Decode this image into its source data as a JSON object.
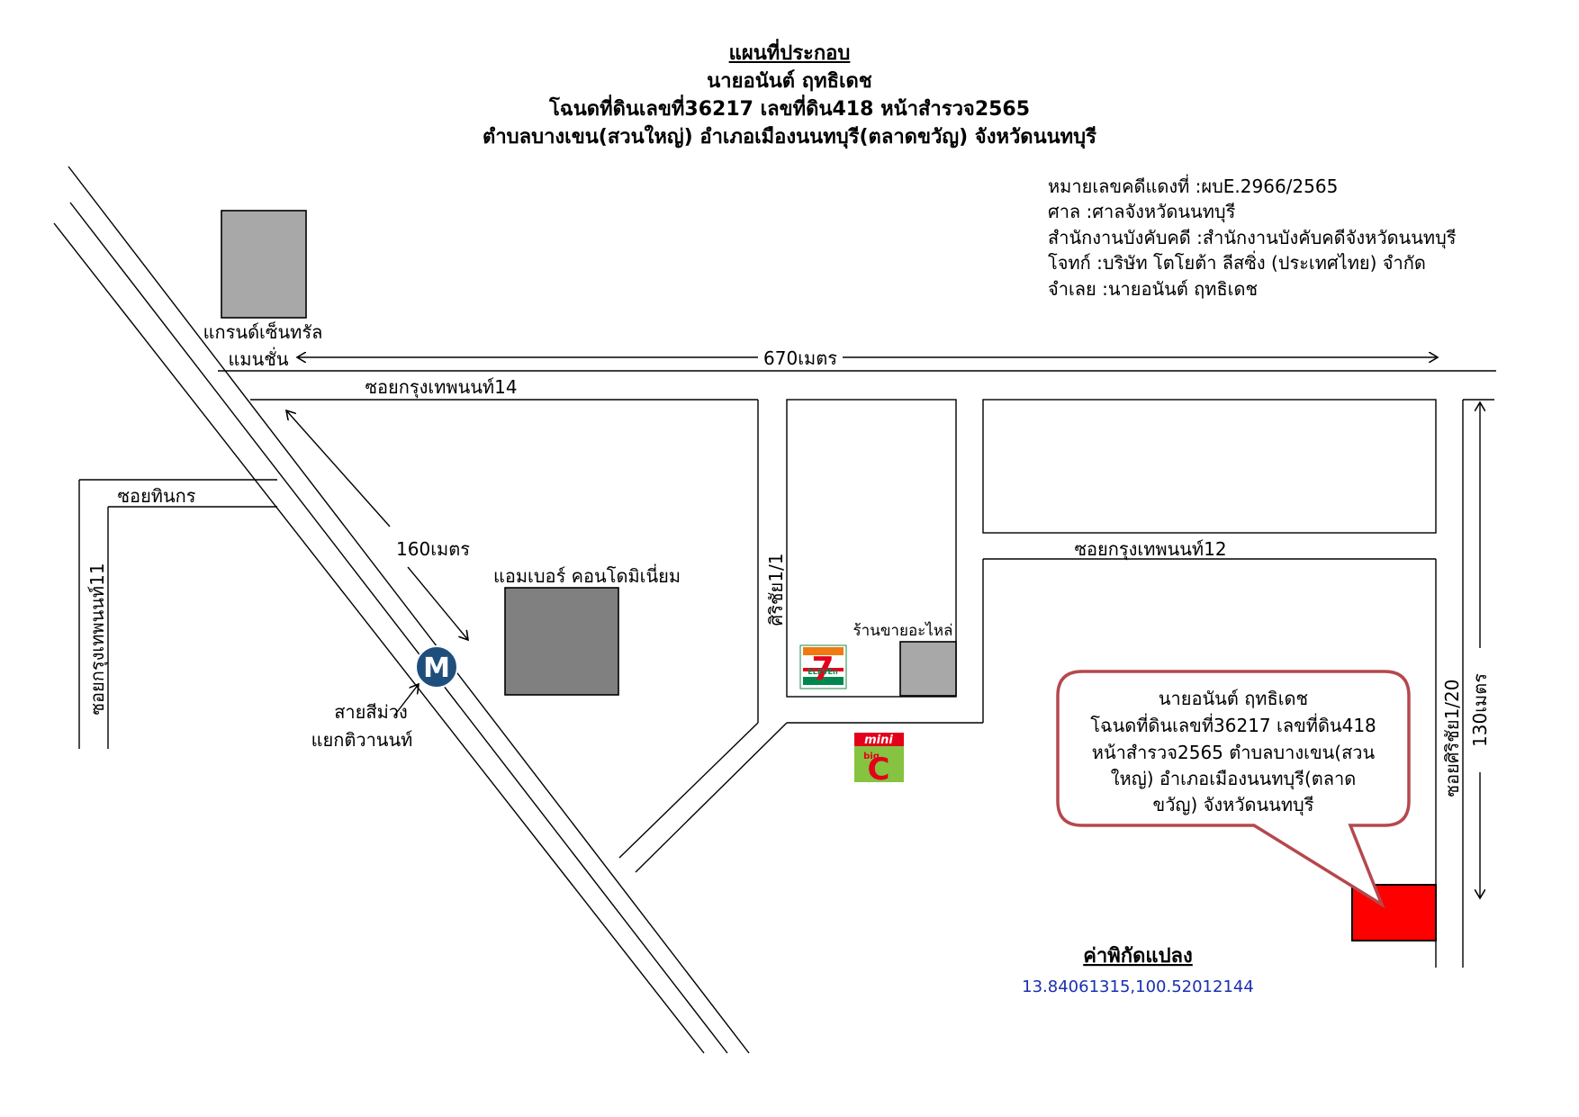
{
  "title": {
    "line1": "แผนที่ประกอบ",
    "line2": "นายอนันต์ ฤทธิเดช",
    "line3": "โฉนดที่ดินเลขที่36217 เลขที่ดิน418 หน้าสำรวจ2565",
    "line4": "ตำบลบางเขน(สวนใหญ่) อำเภอเมืองนนทบุรี(ตลาดขวัญ) จังหวัดนนทบุรี"
  },
  "case_info": {
    "case_no": "หมายเลขคดีแดงที่ :ผบE.2966/2565",
    "court": "ศาล :ศาลจังหวัดนนทบุรี",
    "office": "สำนักงานบังคับคดี :สำนักงานบังคับคดีจังหวัดนนทบุรี",
    "plaintiff": "โจทก์ :บริษัท โตโยต้า ลีสซิ่ง (ประเทศไทย) จำกัด",
    "defendant": "จำเลย :นายอนันต์ ฤทธิเดช"
  },
  "map": {
    "labels": {
      "grand_central_1": "แกรนด์เซ็นทรัล",
      "grand_central_2": "แมนชั่น",
      "dist_670": "670เมตร",
      "soi_14": "ซอยกรุงเทพนนท์14",
      "soi_thinnakorn": "ซอยทินกร",
      "soi_11": "ซอยกรุงเทพนนท์11",
      "dist_160": "160เมตร",
      "amber": "แอมเบอร์ คอนโดมิเนี่ยม",
      "purple_line": "สายสีม่วง",
      "tiwanon": "แยกติวานนท์",
      "sirichai_1_1": "ศิริชัย1/1",
      "parts_shop": "ร้านขายอะไหล่",
      "soi_12": "ซอยกรุงเทพนนท์12",
      "soi_sirichai_1_20": "ซอยศิริชัย1/20",
      "dist_130": "130เมตร",
      "metro_letter": "M",
      "seven_eleven_text": "ELEVEn",
      "seven_digit": "7",
      "bigc_mini": "mini",
      "bigc_big": "big",
      "bigc_c": "C"
    },
    "callout": {
      "line1": "นายอนันต์ ฤทธิเดช",
      "line2": "โฉนดที่ดินเลขที่36217 เลขที่ดิน418",
      "line3": "หน้าสำรวจ2565 ตำบลบางเขน(สวน",
      "line4": "ใหญ่) อำเภอเมืองนนทบุรี(ตลาด",
      "line5": "ขวัญ) จังหวัดนนทบุรี"
    },
    "coordinates": {
      "title": "ค่าพิกัดแปลง",
      "value": "13.84061315,100.52012144"
    },
    "colors": {
      "target_parcel": "#ff0000",
      "callout_border": "#b5484d",
      "metro_blue": "#1e4f7c",
      "coord_text": "#1a2fb0",
      "building_light": "#a8a8a8",
      "building_dark": "#808080"
    }
  }
}
